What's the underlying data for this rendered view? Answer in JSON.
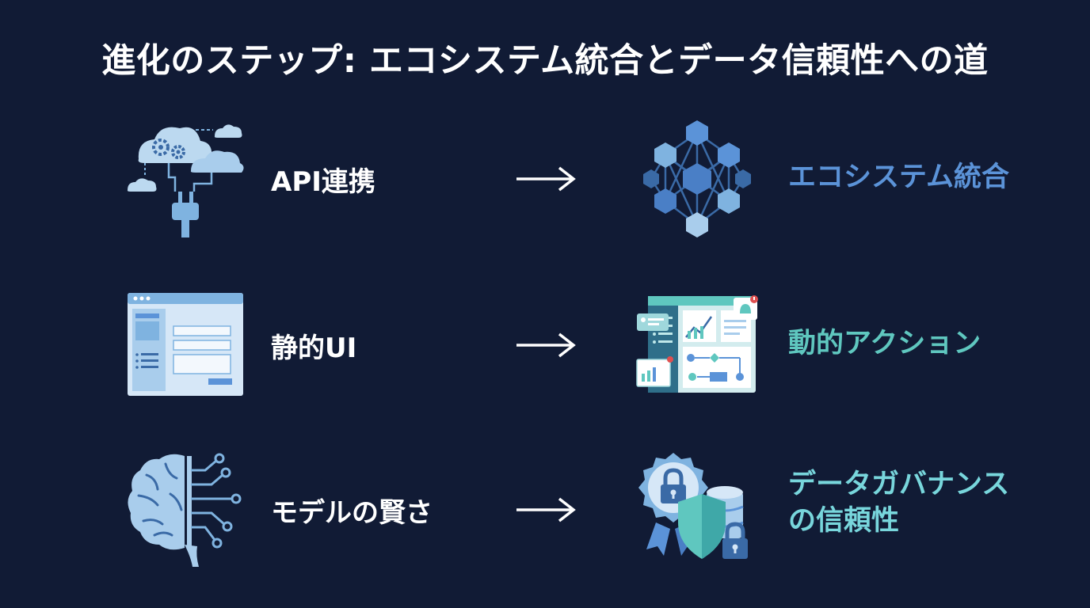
{
  "title": "進化のステップ: エコシステム統合とデータ信頼性への道",
  "colors": {
    "background": "#111b35",
    "ecosystem": "#5b93d8",
    "action": "#5fc7bf",
    "governance": "#78d6dc",
    "icon_light": "#bcd9f0",
    "icon_mid": "#7fb3e0"
  },
  "rows": [
    {
      "from_icon": "cloud-plug-icon",
      "from_label": "API連携",
      "to_icon": "hexagon-network-icon",
      "to_label_lines": [
        "エコシステム統合"
      ]
    },
    {
      "from_icon": "static-window-icon",
      "from_label": "静的UI",
      "to_icon": "dynamic-dashboard-icon",
      "to_label_lines": [
        "動的アクション"
      ]
    },
    {
      "from_icon": "brain-circuit-icon",
      "from_label": "モデルの賢さ",
      "to_icon": "shield-lock-badge-icon",
      "to_label_lines": [
        "データガバナンス",
        "の信頼性"
      ]
    }
  ]
}
